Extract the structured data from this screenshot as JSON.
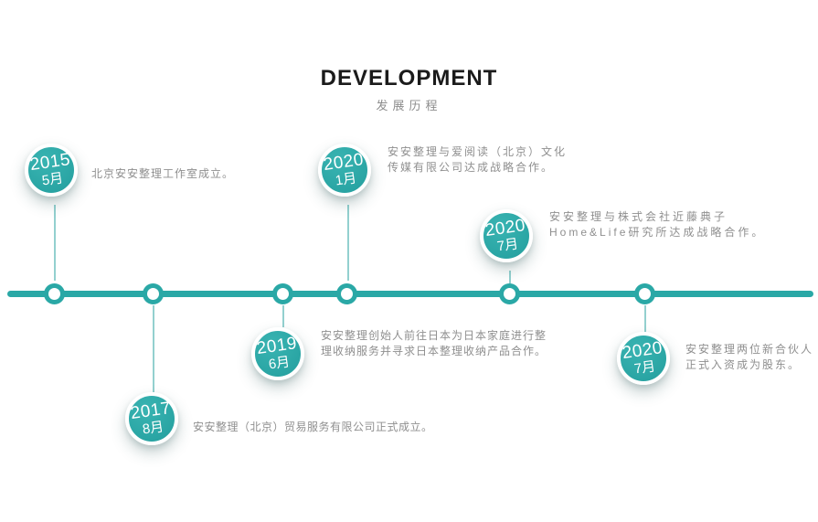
{
  "header": {
    "title": "DEVELOPMENT",
    "subtitle": "发展历程"
  },
  "colors": {
    "teal": "#2aa8a6",
    "connector": "#93d0cf",
    "description_gray": "#8f8f8f",
    "title_black": "#1b1b1b"
  },
  "timeline": {
    "events": [
      {
        "year": "2015",
        "month": "5月",
        "desc_lines": [
          "北京安安整理工作室成立。"
        ]
      },
      {
        "year": "2017",
        "month": "8月",
        "desc_lines": [
          "安安整理（北京）贸易服务有限公司正式成立。"
        ]
      },
      {
        "year": "2019",
        "month": "6月",
        "desc_lines": [
          "安安整理创始人前往日本为日本家庭进行整",
          "理收纳服务并寻求日本整理收纳产品合作。"
        ]
      },
      {
        "year": "2020",
        "month": "1月",
        "desc_lines": [
          "安安整理与爱阅读（北京）文化",
          "传媒有限公司达成战略合作。"
        ]
      },
      {
        "year": "2020",
        "month": "7月",
        "desc_lines": [
          "安安整理与株式会社近藤典子",
          "Home&Life研究所达成战略合作。"
        ]
      },
      {
        "year": "2020",
        "month": "7月",
        "desc_lines": [
          "安安整理两位新合伙人",
          "正式入资成为股东。"
        ]
      }
    ]
  }
}
